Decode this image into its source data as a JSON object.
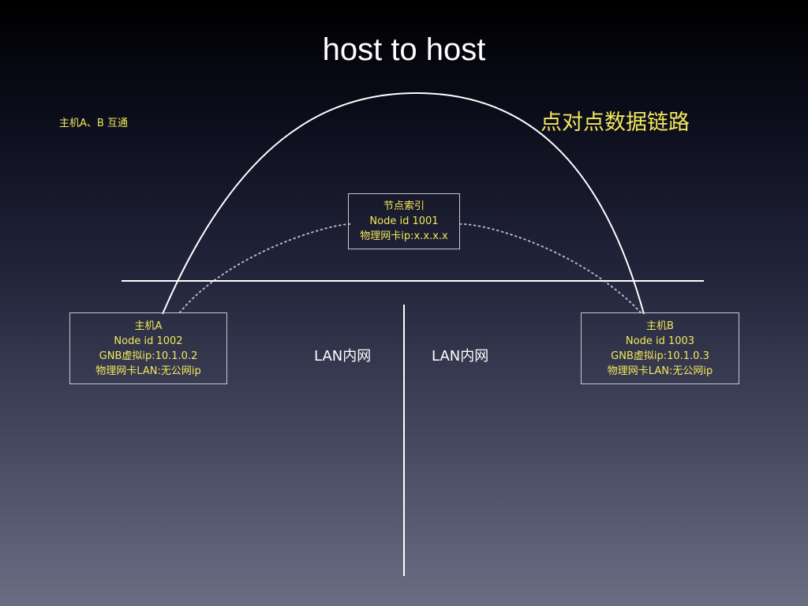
{
  "slide": {
    "title": "host to host",
    "note": "主机A、B 互通",
    "link_label": "点对点数据链路"
  },
  "index_node": {
    "line1": "节点索引",
    "line2": "Node id 1001",
    "line3": "物理网卡ip:x.x.x.x"
  },
  "host_a": {
    "line1": "主机A",
    "line2": "Node id 1002",
    "line3": "GNB虚拟ip:10.1.0.2",
    "line4": "物理网卡LAN:无公网ip"
  },
  "host_b": {
    "line1": "主机B",
    "line2": "Node id 1003",
    "line3": "GNB虚拟ip:10.1.0.3",
    "line4": "物理网卡LAN:无公网ip"
  },
  "lan": {
    "left_label": "LAN内网",
    "right_label": "LAN内网"
  },
  "colors": {
    "text_yellow": "#f2e85a",
    "line_white": "#ffffff",
    "dotted_gray": "#b8b8c0"
  }
}
